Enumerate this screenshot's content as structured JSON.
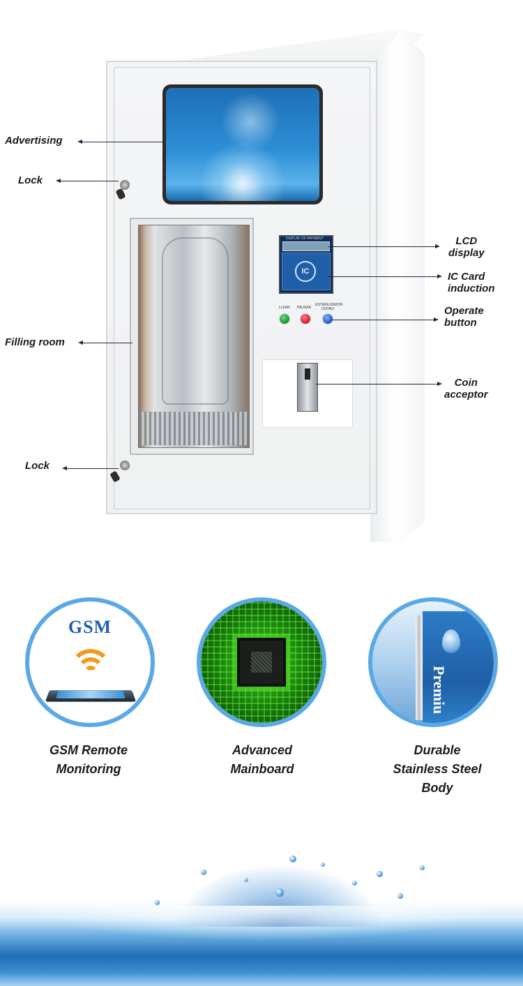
{
  "machine": {
    "callouts": {
      "advertising": "Advertising",
      "lock_top": "Lock",
      "filling_room": "Filling room",
      "lock_bottom": "Lock",
      "lcd_line1": "LCD",
      "lcd_line2": "display",
      "ic_line1": "IC Card",
      "ic_line2": "induction",
      "operate_line1": "Operate",
      "operate_line2": "button",
      "coin_line1": "Coin",
      "coin_line2": "acceptor"
    },
    "panel": {
      "lcd_caption": "DISPLAY OF PAYMENT",
      "ic_logo": "IC",
      "button_labels": [
        "LLEAR",
        "PAUSAR",
        "ESTERILIZADOR OZONO"
      ],
      "button_colors": [
        "#1d8a2e",
        "#c8182a",
        "#1f56b8"
      ]
    }
  },
  "features": [
    {
      "icon": "gsm-icon",
      "badge": "GSM",
      "line1": "GSM Remote",
      "line2": "Monitoring",
      "line3": ""
    },
    {
      "icon": "mainboard-icon",
      "badge": "",
      "line1": "Advanced",
      "line2": "Mainboard",
      "line3": ""
    },
    {
      "icon": "steel-body-icon",
      "badge": "Premiu",
      "line1": "Durable",
      "line2": "Stainless Steel",
      "line3": "Body"
    }
  ],
  "colors": {
    "accent_blue": "#5aa9e6",
    "gsm_text": "#1d5fb0",
    "wifi_orange": "#f29a1e"
  }
}
